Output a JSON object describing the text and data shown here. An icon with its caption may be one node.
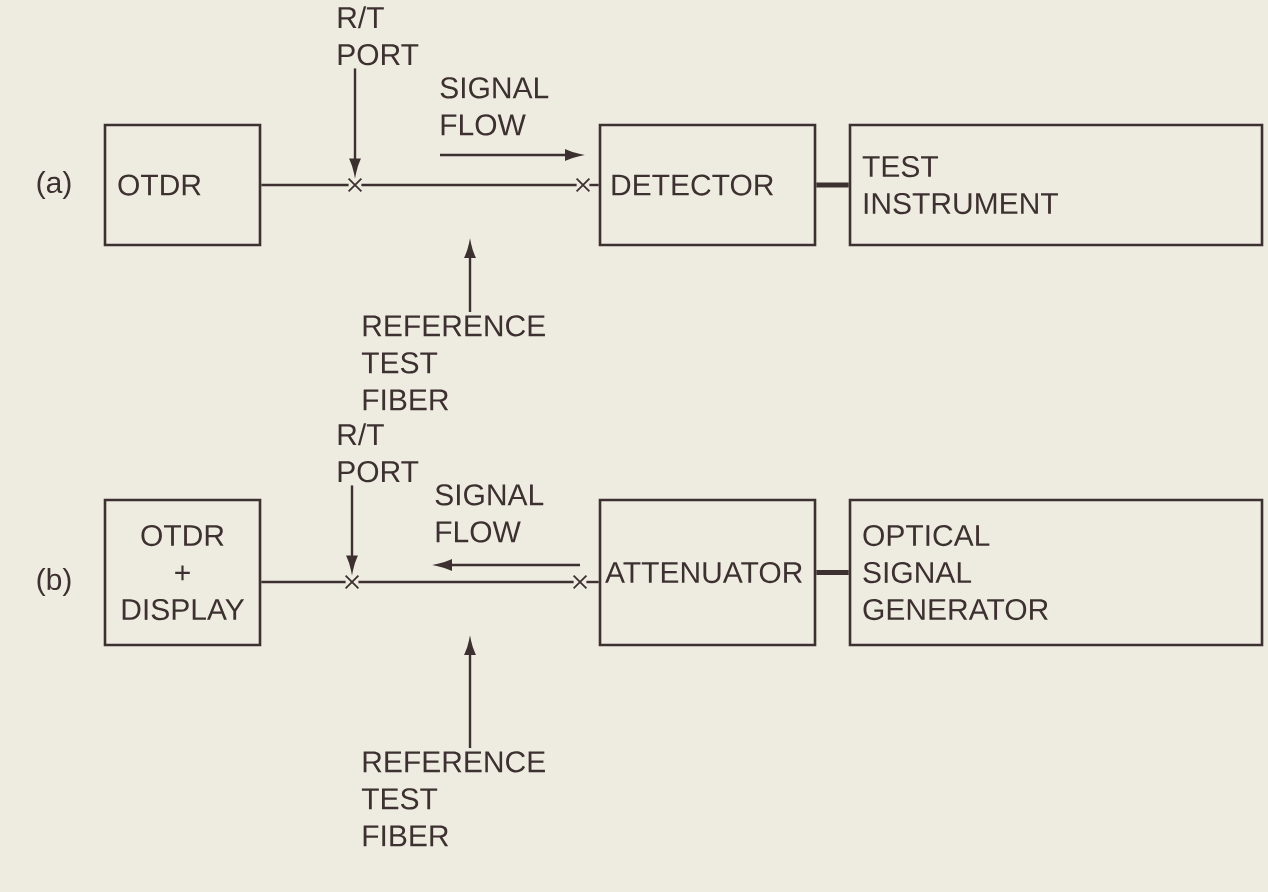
{
  "diagram": {
    "nodes": [
      {
        "text": [
          "OTDR"
        ]
      },
      {
        "text": [],
        "shape": "cross"
      },
      {
        "text": [],
        "shape": "cross"
      },
      {
        "text": [
          "DETECTOR"
        ]
      },
      {
        "text": [
          "TEST INSTRUMENT"
        ]
      },
      {
        "text": [
          "R/T PORT"
        ]
      },
      {
        "text": [
          "REFERENCE TEST FIBER"
        ]
      },
      {
        "text": [
          "OTDR + DISPLAY"
        ]
      },
      {
        "text": [],
        "shape": "cross"
      },
      {
        "text": [],
        "shape": "cross"
      },
      {
        "text": [
          "ATTENUATOR"
        ]
      },
      {
        "text": [
          "OPTICAL SIGNAL GENERATOR"
        ]
      },
      {
        "text": [
          "R/T PORT"
        ]
      },
      {
        "text": [
          "REFERENCE TEST FIBER"
        ]
      }
    ],
    "edges": [
      {
        "from": 0,
        "to": 1,
        "arrow": "none"
      },
      {
        "from": 1,
        "to": 2,
        "arrow": "none"
      },
      {
        "from": 2,
        "to": 3,
        "arrow": "none"
      },
      {
        "from": 3,
        "to": 4,
        "arrow": "none",
        "style": "thick"
      },
      {
        "from": 5,
        "to": 1,
        "arrow": "to"
      },
      {
        "from": 6,
        "to": null,
        "arrow": "to"
      },
      {
        "from": 7,
        "to": 8,
        "arrow": "none"
      },
      {
        "from": 8,
        "to": 9,
        "arrow": "none"
      },
      {
        "from": 9,
        "to": 10,
        "arrow": "none"
      },
      {
        "from": 10,
        "to": 11,
        "arrow": "none",
        "style": "thick"
      },
      {
        "from": 12,
        "to": 8,
        "arrow": "to"
      },
      {
        "from": 13,
        "to": null,
        "arrow": "to"
      }
    ],
    "labels": [
      "(a)",
      "SIGNAL FLOW",
      "(b)",
      "SIGNAL FLOW"
    ]
  }
}
